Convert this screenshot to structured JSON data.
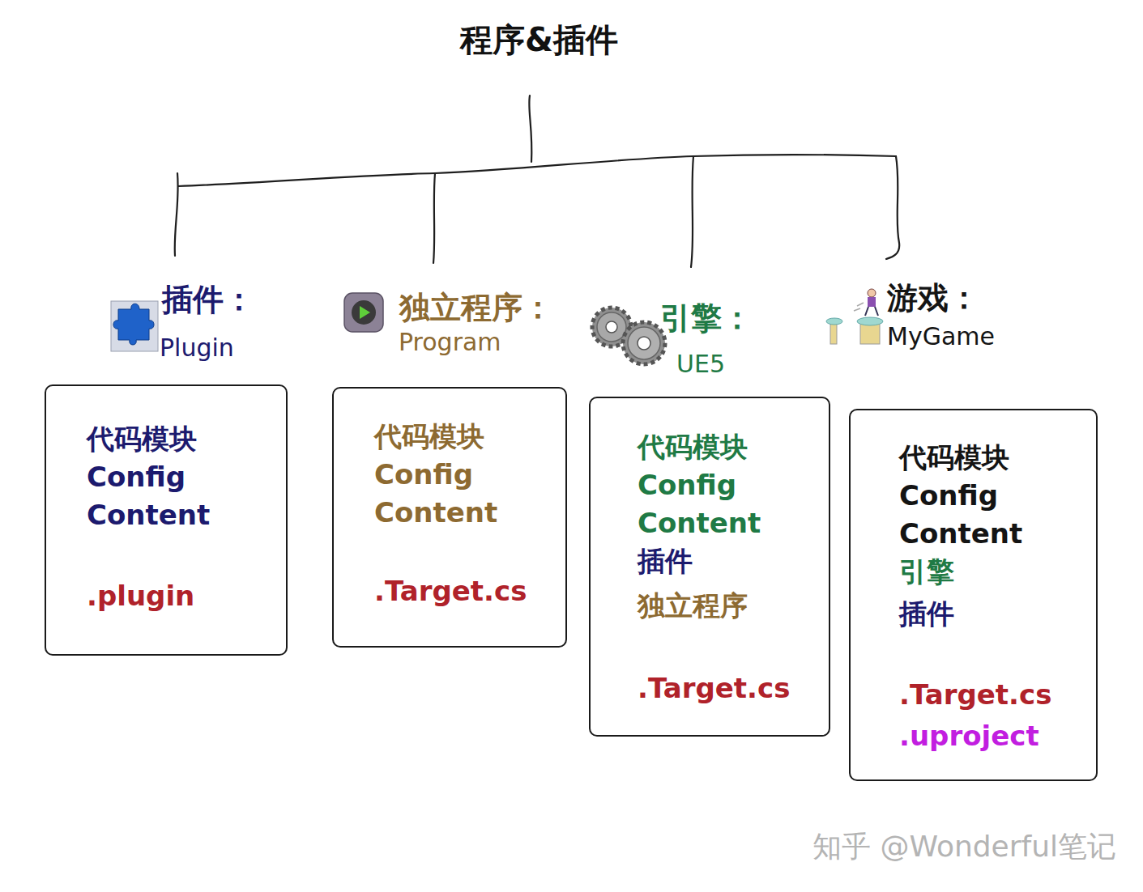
{
  "diagram": {
    "title": "程序&插件",
    "nodes": [
      {
        "text": [
          "插件：",
          "Plugin",
          "代码模块",
          "Config",
          "Content",
          ".plugin"
        ]
      },
      {
        "text": [
          "独立程序：",
          "Program",
          "代码模块",
          "Config",
          "Content",
          ".Target.cs"
        ]
      },
      {
        "text": [
          "引擎：",
          "UE5",
          "代码模块",
          "Config",
          "Content",
          "插件",
          "独立程序",
          ".Target.cs"
        ]
      },
      {
        "text": [
          "游戏：",
          "MyGame",
          "代码模块",
          "Config",
          "Content",
          "引擎",
          "插件",
          ".Target.cs",
          ".uproject"
        ]
      }
    ],
    "edges": [],
    "labels": [
      "知乎 @Wonderful笔记"
    ]
  }
}
